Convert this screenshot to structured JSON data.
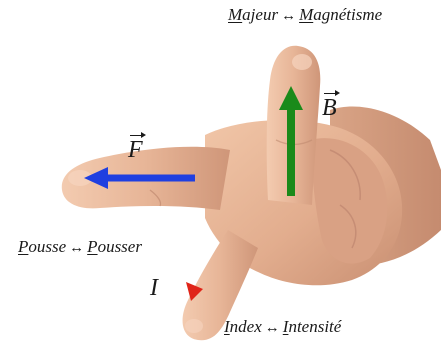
{
  "labels": {
    "majeur": {
      "left": "M",
      "left_rest": "ajeur",
      "arrow": "↔",
      "right": "M",
      "right_rest": "agnétisme"
    },
    "pousse": {
      "left": "P",
      "left_rest": "ousse",
      "arrow": "↔",
      "right": "P",
      "right_rest": "ousser"
    },
    "index": {
      "left": "I",
      "left_rest": "ndex",
      "arrow": "↔",
      "right": "I",
      "right_rest": "ntensité"
    }
  },
  "vectors": {
    "B": "B",
    "F": "F",
    "I": "I"
  },
  "colors": {
    "B_arrow": "#1a8a1a",
    "F_arrow": "#1f3fe0",
    "I_arrow": "#e02418",
    "skin": "#e8b596"
  }
}
